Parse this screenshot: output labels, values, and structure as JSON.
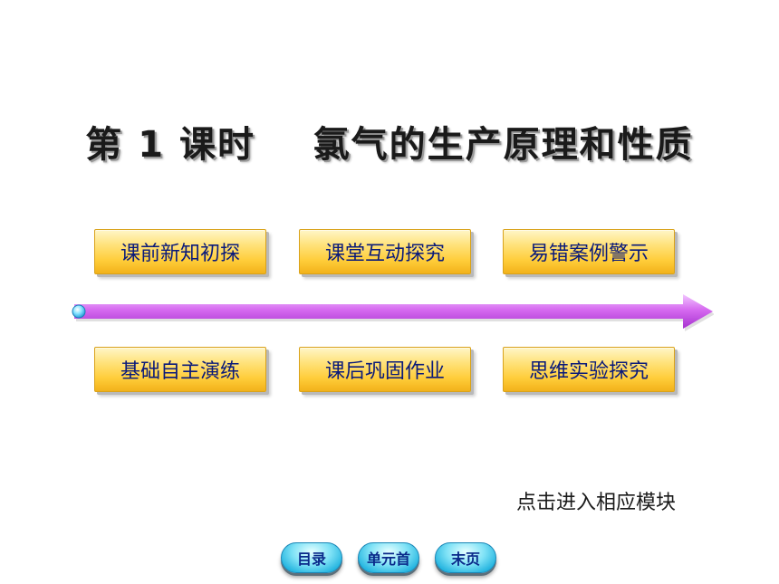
{
  "title": "第 1 课时    氯气的生产原理和性质",
  "modules_top": [
    {
      "label": "课前新知初探"
    },
    {
      "label": "课堂互动探究"
    },
    {
      "label": "易错案例警示"
    }
  ],
  "modules_bottom": [
    {
      "label": "基础自主演练"
    },
    {
      "label": "课后巩固作业"
    },
    {
      "label": "思维实验探究"
    }
  ],
  "hint": "点击进入相应模块",
  "nav": {
    "toc": "目录",
    "unit_home": "单元首",
    "last_page": "末页"
  },
  "colors": {
    "arrow": "#c64ae6",
    "button_fill": "#ffd84a",
    "button_text": "#0a1a7a",
    "nav_fill": "#27b6e0"
  },
  "icons": {
    "timeline": "arrow-right-icon",
    "timeline_start": "dot-icon"
  }
}
